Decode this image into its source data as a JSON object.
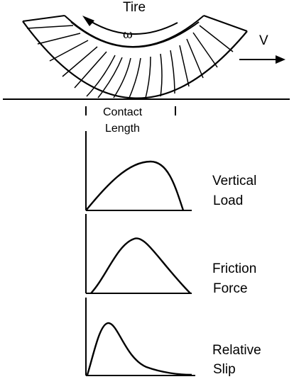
{
  "tire": {
    "label": "Tire",
    "omega": "ω",
    "velocity": "V",
    "contact_label_line1": "Contact",
    "contact_label_line2": "Length"
  },
  "graphs": [
    {
      "label_line1": "Vertical",
      "label_line2": "Load"
    },
    {
      "label_line1": "Friction",
      "label_line2": "Force"
    },
    {
      "label_line1": "Relative",
      "label_line2": "Slip"
    }
  ]
}
